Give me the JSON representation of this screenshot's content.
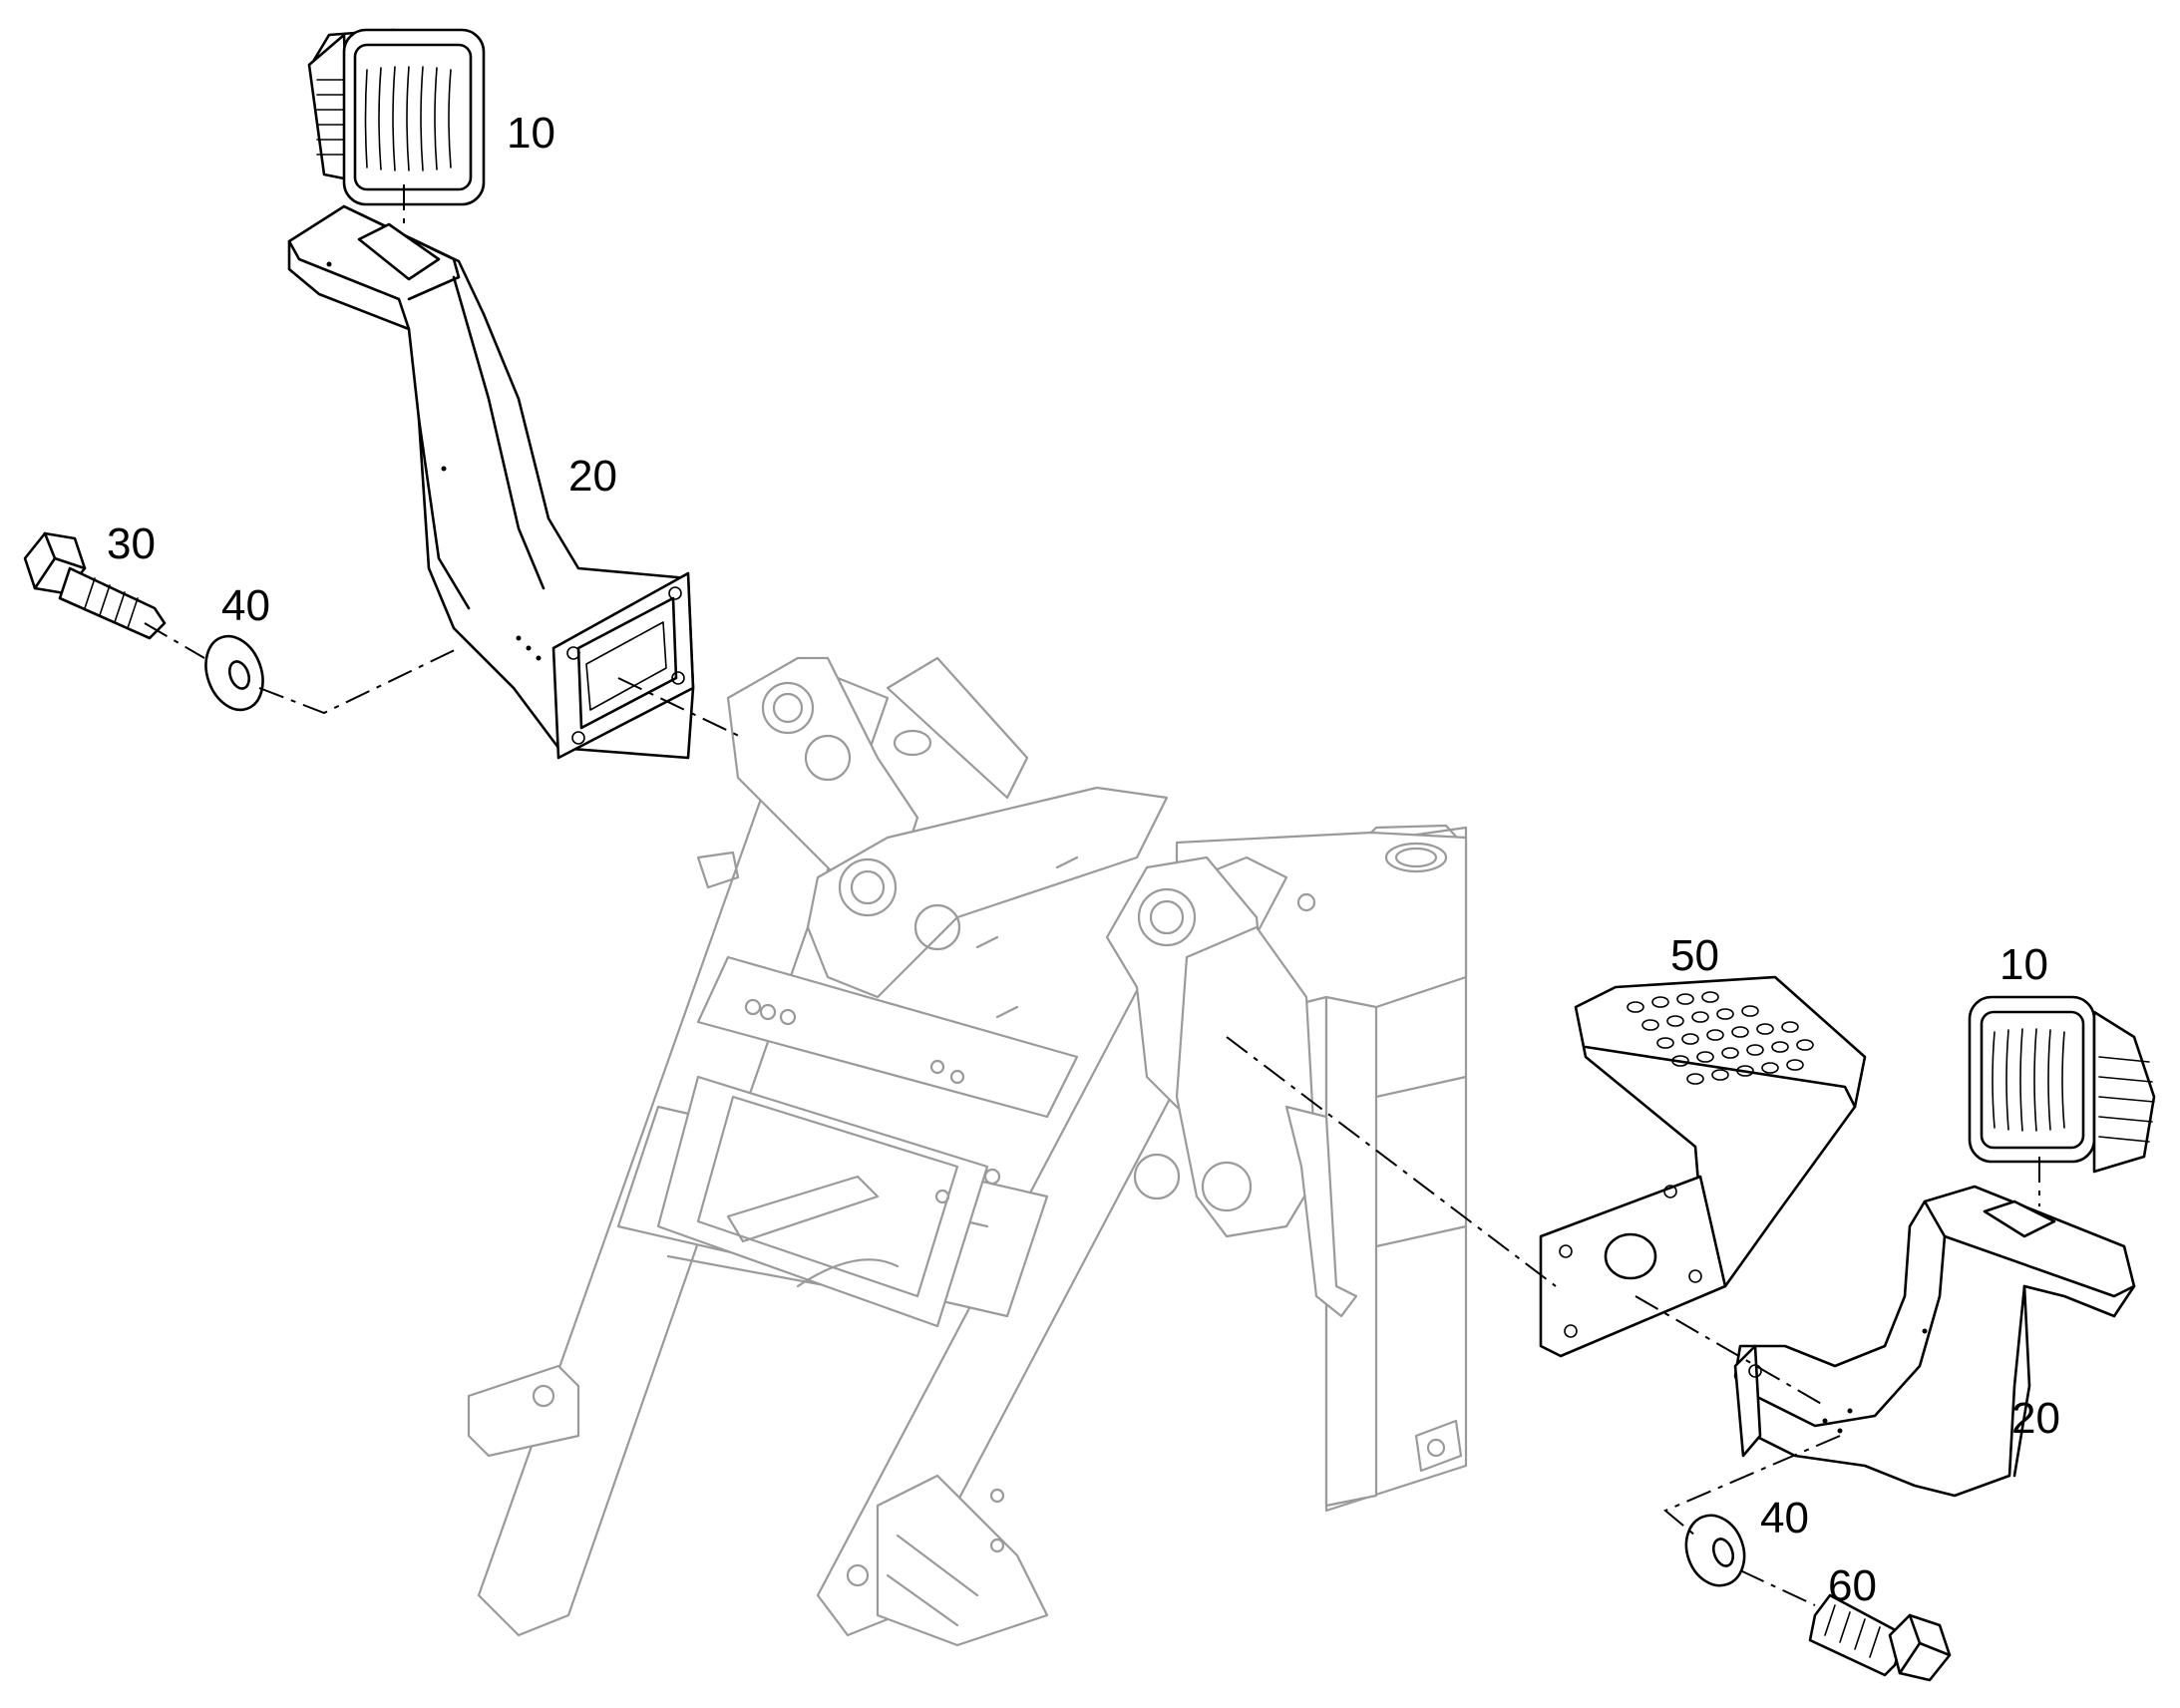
{
  "diagram": {
    "callouts": {
      "lamp_top": "10",
      "lamp_right": "10",
      "bracket_left": "20",
      "bracket_right": "20",
      "bolt_left": "30",
      "washer_left": "40",
      "washer_right": "40",
      "step": "50",
      "bolt_right": "60"
    },
    "colors": {
      "part_line": "#000000",
      "frame_line": "#9a9a9a",
      "background": "#ffffff"
    }
  }
}
